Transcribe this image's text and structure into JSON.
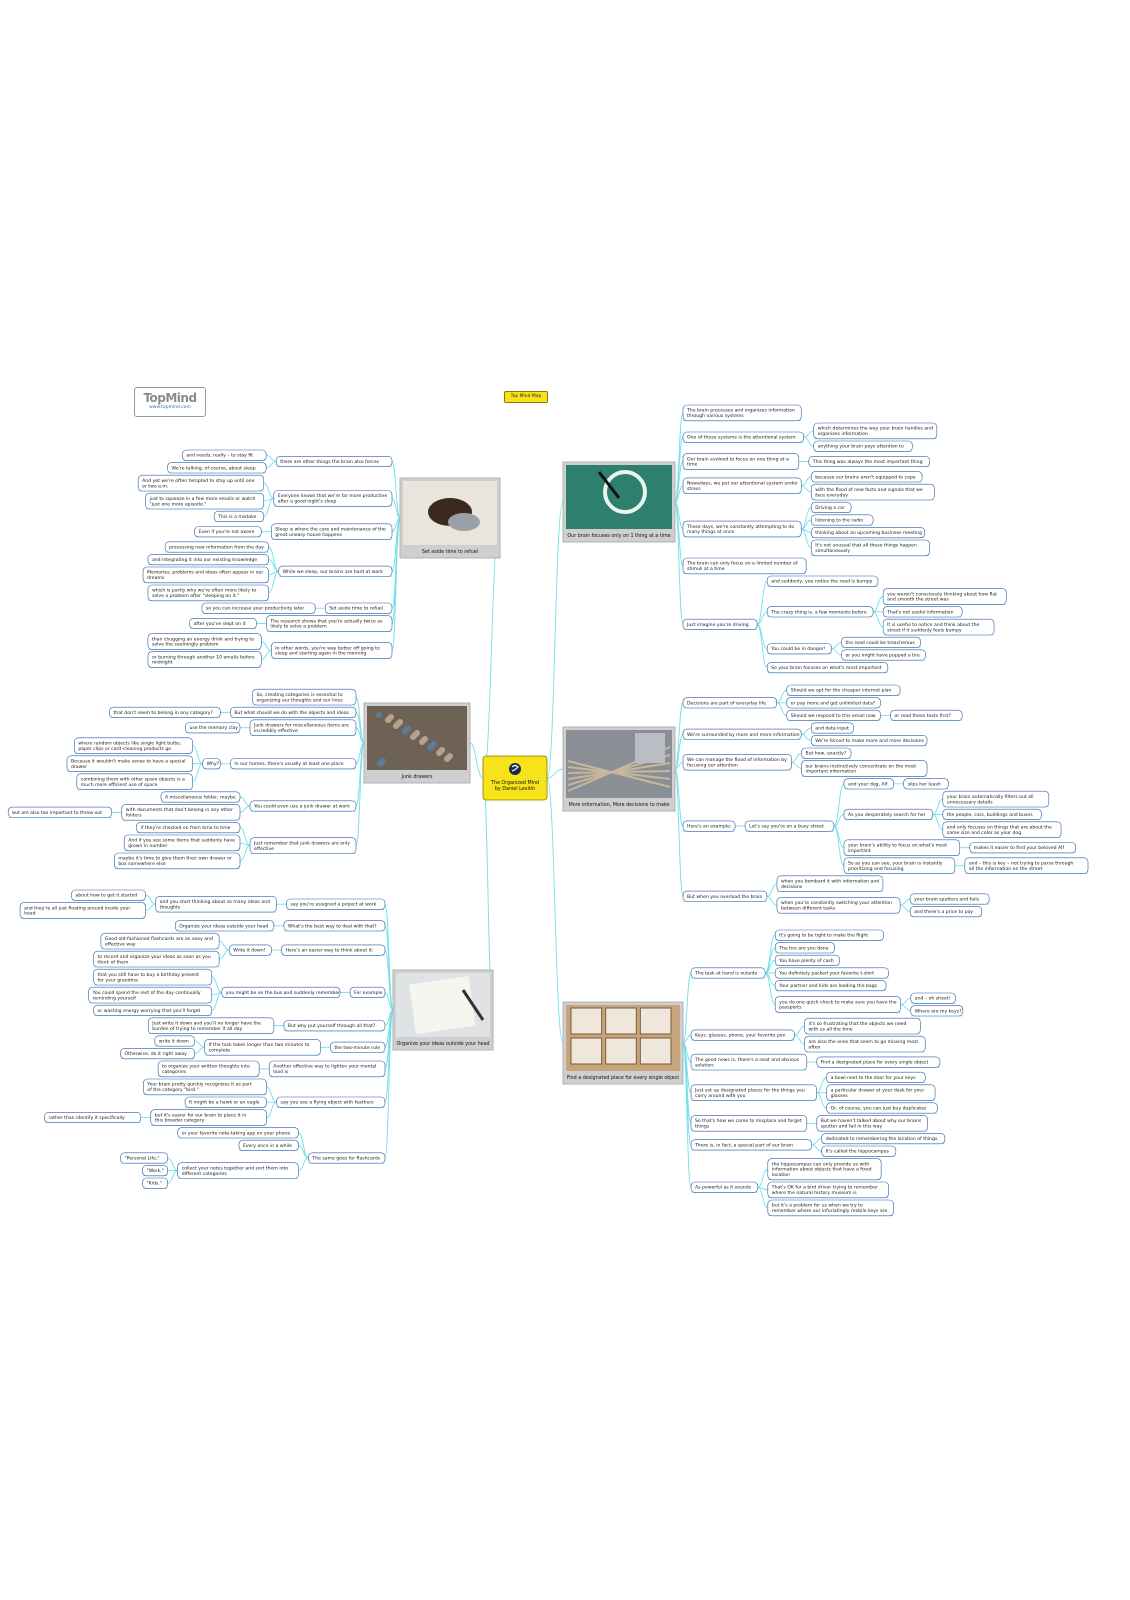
{
  "header": {
    "logo_text": "TopMind",
    "logo_url": "www.topmind.com",
    "tag": "Top Mind Map"
  },
  "center": {
    "title": "The Organized Mind",
    "author": "by Daniel Levitin"
  },
  "colors": {
    "line": "#6fe0e8",
    "node_border": "#2a5da8",
    "center_fill": "#f6e31a",
    "image_frame": "#b0b0b0"
  },
  "branches": [
    {
      "id": "sleep",
      "label": "Set aside time to refuel",
      "children": [
        {
          "label": "there are other things the brain also forces",
          "children": [
            {
              "label": "and needs, really – to stay fit"
            },
            {
              "label": "We're talking, of course, about sleep"
            }
          ]
        },
        {
          "label": "Everyone knows that we're far more productive after a good night's sleep",
          "children": [
            {
              "label": "And yet we're often tempted to stay up until one or two a.m."
            },
            {
              "label": "just to squeeze in a few more emails or watch \"just one more episode.\""
            },
            {
              "label": "This is a mistake"
            }
          ]
        },
        {
          "label": "Sleep is where the care and maintenance of the great uneasy house happens",
          "children": [
            {
              "label": "Even if you're not aware"
            }
          ]
        },
        {
          "label": "While we sleep, our brains are hard at work",
          "children": [
            {
              "label": "processing new information from the day"
            },
            {
              "label": "and integrating it into our existing knowledge"
            },
            {
              "label": "Memories, problems and ideas often appear in our dreams"
            },
            {
              "label": "which is partly why we're often more likely to solve a problem after \"sleeping on it.\""
            }
          ]
        },
        {
          "label": "Set aside time to refuel",
          "children": [
            {
              "label": "so you can increase your productivity later"
            }
          ]
        },
        {
          "label": "The research shows that you're actually twice as likely to solve a problem",
          "children": [
            {
              "label": "after you've slept on it"
            }
          ]
        },
        {
          "label": "In other words, you're way better off going to sleep and starting again in the morning",
          "children": [
            {
              "label": "than chugging an energy drink and trying to solve the seemingly problem"
            },
            {
              "label": "or burning through another 10 emails before midnight"
            }
          ]
        }
      ]
    },
    {
      "id": "junk",
      "label": "Junk drawers",
      "children": [
        {
          "label": "So, creating categories is essential to organizing our thoughts and our lives"
        },
        {
          "label": "But what should we do with the objects and ideas",
          "children": [
            {
              "label": "that don't seem to belong in any category?"
            }
          ]
        },
        {
          "label": "Junk drawers for miscellaneous items are incredibly effective",
          "children": [
            {
              "label": "use the memory clay"
            }
          ]
        },
        {
          "label": "In our homes, there's usually at least one place",
          "children": [
            {
              "label": "Why?",
              "children": [
                {
                  "label": "where random objects like single light bulbs, paper clips or card-cleaning products go"
                },
                {
                  "label": "Because it wouldn't make sense to have a special drawer"
                },
                {
                  "label": "combining them with other spare objects is a much more efficient use of space"
                }
              ]
            }
          ]
        },
        {
          "label": "You could even use a junk drawer at work",
          "children": [
            {
              "label": "A miscellaneous folder, maybe"
            },
            {
              "label": "with documents that don't belong in any other folders",
              "children": [
                {
                  "label": "but are also too important to throw out"
                }
              ]
            }
          ]
        },
        {
          "label": "Just remember that junk drawers are only effective",
          "children": [
            {
              "label": "if they're checked on from time to time"
            },
            {
              "label": "And if you see some items that suddenly have grown in number"
            },
            {
              "label": "maybe it's time to give them their own drawer or box somewhere else"
            }
          ]
        }
      ]
    },
    {
      "id": "ideas",
      "label": "Organize your ideas outside your head",
      "children": [
        {
          "label": "say you're assigned a project at work",
          "children": [
            {
              "label": "and you start thinking about so many ideas and thoughts",
              "children": [
                {
                  "label": "about how to get it started"
                },
                {
                  "label": "and they're all just floating around inside your head"
                }
              ]
            }
          ]
        },
        {
          "label": "What's the best way to deal with that?",
          "children": [
            {
              "label": "Organize your ideas outside your head"
            }
          ]
        },
        {
          "label": "Here's an easier way to think about it:",
          "children": [
            {
              "label": "Write it down!",
              "children": [
                {
                  "label": "Good old-fashioned flashcards are an easy and effective way"
                },
                {
                  "label": "to record and organize your ideas as soon as you think of them"
                }
              ]
            }
          ]
        },
        {
          "label": "For example",
          "children": [
            {
              "label": "you might be on the bus and suddenly remember",
              "children": [
                {
                  "label": "that you still have to buy a birthday present for your grandma"
                },
                {
                  "label": "You could spend the rest of the day continually reminding yourself"
                },
                {
                  "label": "or wasting energy worrying that you'll forget"
                }
              ]
            }
          ]
        },
        {
          "label": "But why put yourself through all that?",
          "children": [
            {
              "label": "Just write it down and you'll no longer have the burden of trying to remember it all day"
            }
          ]
        },
        {
          "label": "the two-minute rule",
          "children": [
            {
              "label": "If the task takes longer than two minutes to complete",
              "children": [
                {
                  "label": "write it down"
                },
                {
                  "label": "Otherwise, do it right away"
                }
              ]
            }
          ]
        },
        {
          "label": "Another effective way to lighten your mental load is",
          "children": [
            {
              "label": "to organize your written thoughts into categories"
            }
          ]
        },
        {
          "label": "say you see a flying object with feathers",
          "children": [
            {
              "label": "Your brain pretty quickly recognizes it as part of the category \"bird.\""
            },
            {
              "label": "It might be a hawk or an eagle"
            },
            {
              "label": "but it's easier for our brain to place it in this broader category",
              "children": [
                {
                  "label": "rather than identify it specifically"
                }
              ]
            }
          ]
        },
        {
          "label": "The same goes for flashcards",
          "children": [
            {
              "label": "or your favorite note-taking app on your phone"
            },
            {
              "label": "Every once in a while"
            },
            {
              "label": "collect your notes together and sort them into different categories",
              "children": [
                {
                  "label": "\"Personal Life,\""
                },
                {
                  "label": "\"Work,\""
                },
                {
                  "label": "\"Kids.\""
                }
              ]
            }
          ]
        }
      ]
    },
    {
      "id": "attention",
      "label": "Our brain focuses only on 1 thing at a time",
      "children": [
        {
          "label": "The brain processes and organizes information through various systems"
        },
        {
          "label": "One of those systems is the attentional system",
          "children": [
            {
              "label": "which determines the way your brain handles and organizes information"
            },
            {
              "label": "anything your brain pays attention to"
            }
          ]
        },
        {
          "label": "Our brain evolved to focus on one thing at a time",
          "children": [
            {
              "label": "This thing was always the most important thing"
            }
          ]
        },
        {
          "label": "Nowadays, we put our attentional system under stress",
          "children": [
            {
              "label": "because our brains aren't equipped to cope"
            },
            {
              "label": "with the flood of new facts and signals that we face everyday"
            }
          ]
        },
        {
          "label": "These days, we're constantly attempting to do many things at once",
          "children": [
            {
              "label": "Driving a car"
            },
            {
              "label": "listening to the radio"
            },
            {
              "label": "thinking about an upcoming business meeting"
            },
            {
              "label": "It's not unusual that all these things happen simultaneously"
            }
          ]
        },
        {
          "label": "The brain can only focus on a limited number of stimuli at a time"
        },
        {
          "label": "Just imagine you're driving",
          "children": [
            {
              "label": "and suddenly, you notice the road is bumpy"
            },
            {
              "label": "The crazy thing is, a few moments before",
              "children": [
                {
                  "label": "you weren't consciously thinking about how flat and smooth the street was"
                },
                {
                  "label": "That's not useful information"
                },
                {
                  "label": "It is useful to notice and think about the street if it suddenly feels bumpy"
                }
              ]
            },
            {
              "label": "You could be in danger!",
              "children": [
                {
                  "label": "the road could be treacherous"
                },
                {
                  "label": "or you might have popped a tire"
                }
              ]
            },
            {
              "label": "So your brain focuses on what's most important"
            }
          ]
        }
      ]
    },
    {
      "id": "decisions",
      "label": "More information, More decisions to make",
      "children": [
        {
          "label": "Decisions are part of everyday life",
          "children": [
            {
              "label": "Should we opt for the cheaper internet plan"
            },
            {
              "label": "or pay more and get unlimited data?"
            },
            {
              "label": "Should we respond to this email now",
              "children": [
                {
                  "label": "or read these texts first?"
                }
              ]
            }
          ]
        },
        {
          "label": "We're surrounded by more and more information",
          "children": [
            {
              "label": "and data input"
            },
            {
              "label": "We're forced to make more and more decisions"
            }
          ]
        },
        {
          "label": "We can manage the flood of information by focusing our attention",
          "children": [
            {
              "label": "But how, exactly?"
            },
            {
              "label": "our brains instinctively concentrate on the most important information"
            }
          ]
        },
        {
          "label": "Here's an example:",
          "children": [
            {
              "label": "Let's say you're on a busy street",
              "children": [
                {
                  "label": "and your dog, Alf",
                  "children": [
                    {
                      "label": "slips her leash"
                    }
                  ]
                },
                {
                  "label": "As you desperately search for her",
                  "children": [
                    {
                      "label": "your brain automatically filters out all unnecessary details"
                    },
                    {
                      "label": "the people, cars, buildings and buses"
                    },
                    {
                      "label": "and only focuses on things that are about the same size and color as your dog"
                    }
                  ]
                },
                {
                  "label": "your brain's ability to focus on what's most important",
                  "children": [
                    {
                      "label": "makes it easier to find your beloved Alf"
                    }
                  ]
                },
                {
                  "label": "So as you can see, your brain is instantly prioritizing and focusing",
                  "children": [
                    {
                      "label": "and – this is key – not trying to parse through all the information on the street"
                    }
                  ]
                }
              ]
            }
          ]
        },
        {
          "label": "But when you overload the brain",
          "children": [
            {
              "label": "when you bombard it with information and decisions"
            },
            {
              "label": "when you're constantly switching your attention between different tasks",
              "children": [
                {
                  "label": "your brain sputters and fails"
                },
                {
                  "label": "and there's a price to pay"
                }
              ]
            }
          ]
        }
      ]
    },
    {
      "id": "place",
      "label": "Find a designated place for every single object",
      "children": [
        {
          "label": "The task at hand is outside",
          "children": [
            {
              "label": "It's going to be tight to make the flight"
            },
            {
              "label": "The tire are you done"
            },
            {
              "label": "You have plenty of cash"
            },
            {
              "label": "You definitely packed your favorite t-shirt"
            },
            {
              "label": "Your partner and kids are loading the bags"
            },
            {
              "label": "you do one quick check to make sure you have the passports",
              "children": [
                {
                  "label": "and – oh shoot!"
                },
                {
                  "label": "Where are my keys?"
                }
              ]
            }
          ]
        },
        {
          "label": "Keys, glasses, phone, your favorite pen",
          "children": [
            {
              "label": "it's so frustrating that the objects we need with us all the time"
            },
            {
              "label": "are also the ones that seem to go missing most often"
            }
          ]
        },
        {
          "label": "The good news is, there's a neat and obvious solution:",
          "children": [
            {
              "label": "Find a designated place for every single object"
            }
          ]
        },
        {
          "label": "Just set up designated places for the things you carry around with you",
          "children": [
            {
              "label": "a bowl next to the door for your keys"
            },
            {
              "label": "a particular drawer at your desk for your glasses"
            },
            {
              "label": "Or, of course, you can just buy duplicates"
            }
          ]
        },
        {
          "label": "So that's how we come to misplace and forget things",
          "children": [
            {
              "label": "But we haven't talked about why our brains sputter and fail in this way"
            }
          ]
        },
        {
          "label": "There is, in fact, a special part of our brain",
          "children": [
            {
              "label": "dedicated to remembering the location of things"
            },
            {
              "label": "It's called the hippocampus"
            }
          ]
        },
        {
          "label": "As powerful as it sounds",
          "children": [
            {
              "label": "the hippocampus can only provide us with information about objects that have a fixed location"
            },
            {
              "label": "That's OK for a bird driver trying to remember where the natural history museum is"
            },
            {
              "label": "but it's a problem for us when we try to remember where our infuriatingly mobile keys are"
            }
          ]
        }
      ]
    }
  ]
}
